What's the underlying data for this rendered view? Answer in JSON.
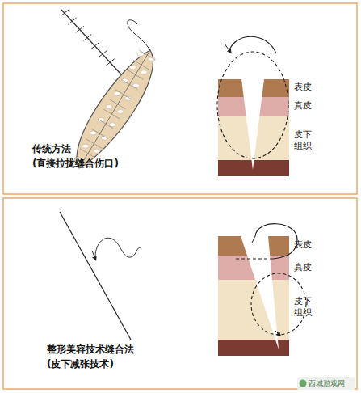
{
  "diagram": {
    "labels": [
      "传统方法",
      "(直接拉拢缝合伤口)",
      "表皮",
      "真皮",
      "皮下组织",
      "整形美容技术缝合法",
      "(皮下减张技术)",
      "表皮",
      "真皮",
      "皮下组织",
      "西城游戏网"
    ]
  }
}
